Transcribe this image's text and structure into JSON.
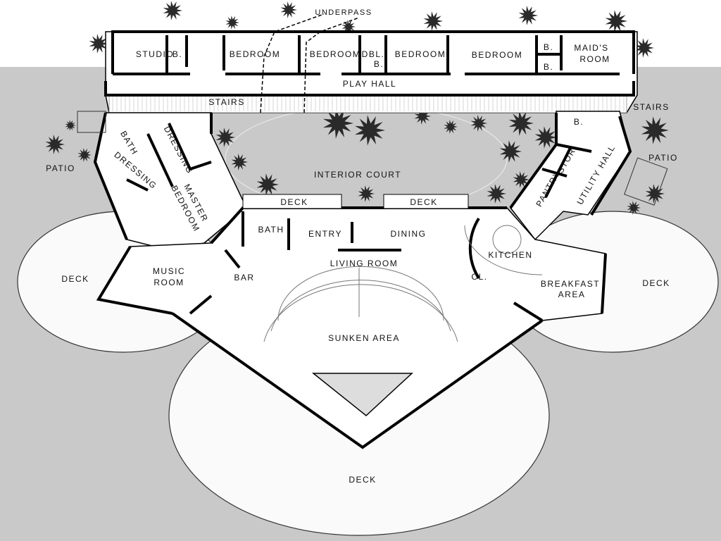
{
  "plan": {
    "colors": {
      "ground": "#c9c9c9",
      "floor": "#ffffff",
      "deck": "#f7f7f7",
      "walls": "#000000",
      "trees": "#2a2a2a"
    },
    "upper_wing": {
      "studio": "STUDIO",
      "bath1": "B.",
      "bedroom1": "BEDROOM",
      "bedroom2": "BEDROOM",
      "dbl": "DBL.",
      "bath_dbl": "B.",
      "bedroom3": "BEDROOM",
      "bedroom4": "BEDROOM",
      "bath2": "B.",
      "bath3": "B.",
      "maids_room_1": "MAID'S",
      "maids_room_2": "ROOM",
      "play_hall": "PLAY HALL",
      "stairs": "STAIRS",
      "underpass": "UNDERPASS"
    },
    "left_wing": {
      "patio": "PATIO",
      "bath": "BATH",
      "dressing1": "DRESSING",
      "dressing2": "DRESSING",
      "master_bedroom_1": "MASTER",
      "master_bedroom_2": "BEDROOM"
    },
    "right_wing": {
      "stairs": "STAIRS",
      "bath": "B.",
      "patio": "PATIO",
      "stor": "STOR",
      "pantry": "PANTRY",
      "utility_hall": "UTILITY HALL"
    },
    "court": {
      "interior_court": "INTERIOR COURT",
      "deck_left": "DECK",
      "deck_right": "DECK"
    },
    "main": {
      "bath": "BATH",
      "entry": "ENTRY",
      "dining": "DINING",
      "kitchen": "KITCHEN",
      "closet": "CL.",
      "music_room_1": "MUSIC",
      "music_room_2": "ROOM",
      "bar": "BAR",
      "living_room": "LIVING ROOM",
      "sunken_area": "SUNKEN AREA",
      "breakfast_area_1": "BREAKFAST",
      "breakfast_area_2": "AREA",
      "deck_left": "DECK",
      "deck_right": "DECK",
      "deck_bottom": "DECK"
    }
  }
}
